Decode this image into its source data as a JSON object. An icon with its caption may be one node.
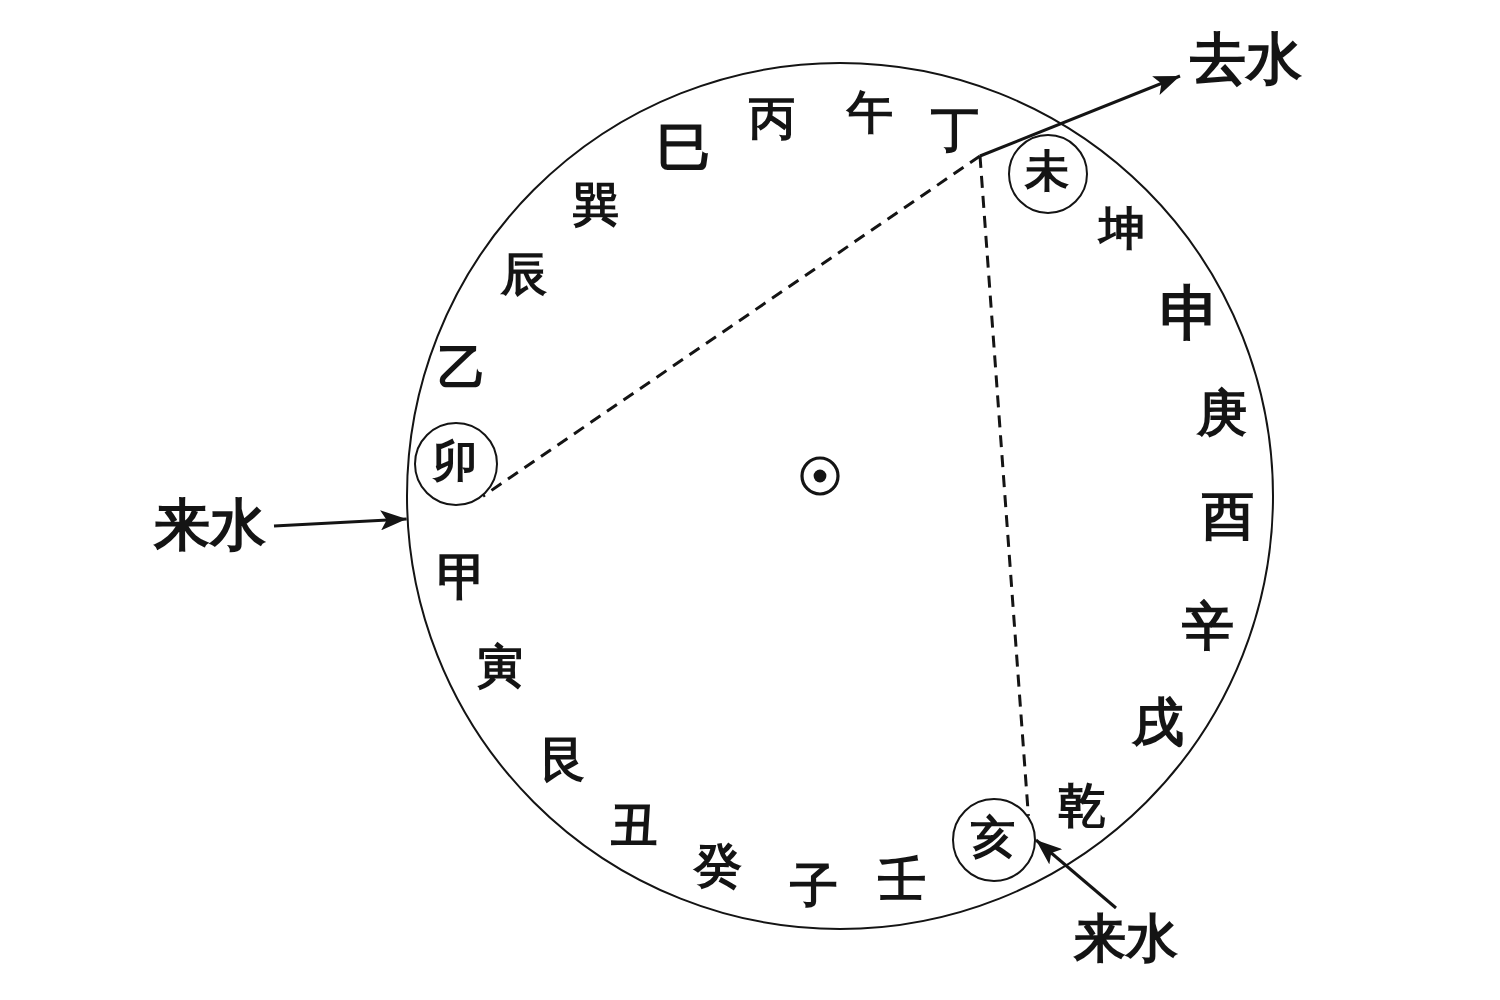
{
  "diagram": {
    "nodes": [
      {
        "text": [
          "去水"
        ]
      },
      {
        "text": [],
        "shape": "circle"
      },
      {
        "text": [
          "丁"
        ],
        "in": 1
      },
      {
        "text": [
          "未"
        ],
        "in": 1
      },
      {
        "text": [
          "卯"
        ],
        "in": 1
      },
      {
        "text": [
          "来水"
        ]
      },
      {
        "text": [
          "亥"
        ],
        "in": 1
      },
      {
        "text": [
          "来水"
        ]
      }
    ],
    "edges": [
      {
        "from": 5,
        "to": 1,
        "arrow": "to"
      },
      {
        "from": 2,
        "to": 4,
        "arrow": "none",
        "style": "dashed"
      },
      {
        "from": 2,
        "to": 6,
        "arrow": "none",
        "style": "dashed"
      },
      {
        "from": 2,
        "to": 0,
        "arrow": "to"
      },
      {
        "from": 7,
        "to": 6,
        "arrow": "to"
      }
    ],
    "labels": [
      "乙",
      "辰",
      "巽",
      "巳",
      "丙",
      "午",
      "坤",
      "申",
      "庚",
      "酉",
      "辛",
      "戌",
      "乾",
      "壬",
      "子",
      "癸",
      "丑",
      "艮",
      "寅",
      "甲"
    ]
  }
}
